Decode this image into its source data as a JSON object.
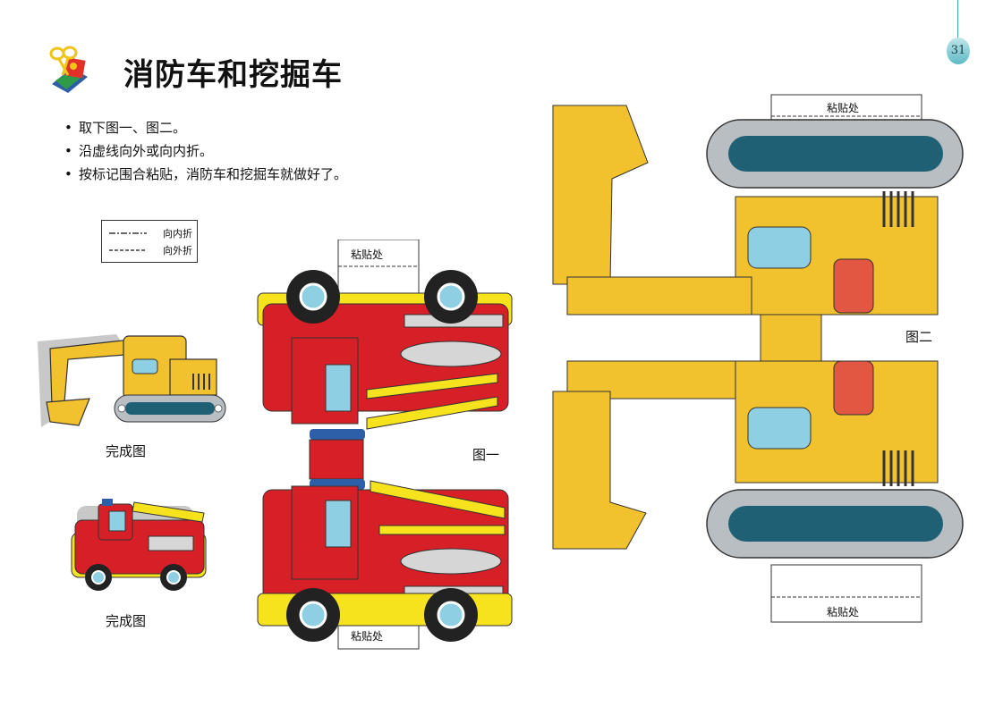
{
  "page": {
    "title": "消防车和挖掘车",
    "page_number": "31",
    "instructions": [
      "取下图一、图二。",
      "沿虚线向外或向内折。",
      "按标记围合粘贴，消防车和挖掘车就做好了。"
    ],
    "legend": {
      "inward": "向内折",
      "outward": "向外折"
    },
    "finished_label_1": "完成图",
    "finished_label_2": "完成图",
    "figure1_label": "图一",
    "figure2_label": "图二",
    "paste_label_1": "粘贴处",
    "paste_label_2": "粘贴处",
    "paste_label_3": "粘贴处",
    "paste_label_4": "粘贴处"
  },
  "colors": {
    "truck_red": "#d61f26",
    "yellow": "#f2c12e",
    "ladder_yellow": "#f6e21d",
    "track_grey": "#b9bec3",
    "track_blue": "#1f6074",
    "window_blue": "#8fcfe3",
    "accent_red": "#e25742"
  },
  "icons": [
    "scissors-icon",
    "page-drop-icon"
  ]
}
